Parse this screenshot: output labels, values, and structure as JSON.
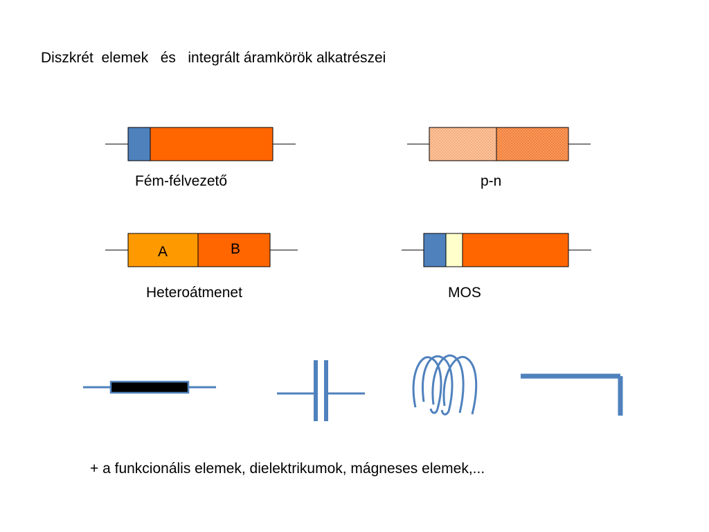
{
  "title": "Diszkrét  elemek   és   integrált áramkörök alkatrészei",
  "components": {
    "metal_semiconductor": {
      "caption": "Fém-félvezető"
    },
    "pn": {
      "caption": "p-n"
    },
    "heterojunction": {
      "caption": "Heteroátmenet",
      "label_a": "A",
      "label_b": "B"
    },
    "mos": {
      "caption": "MOS"
    }
  },
  "symbols": [
    "resistor-symbol",
    "capacitor-symbol",
    "inductor-coil-symbol",
    "conductor-line-symbol"
  ],
  "footer": "+ a funkcionális elemek, dielektrikumok, mágneses elemek,...",
  "colors": {
    "metal_blue": "#4f81bd",
    "semiconductor_orange": "#ff6600",
    "material_a_orange": "#ff9900",
    "oxide_cream": "#ffffcc",
    "pn_p_fill": "#fcc49c",
    "pn_n_fill": "#fa9a5c",
    "symbol_blue": "#4f81bd"
  }
}
